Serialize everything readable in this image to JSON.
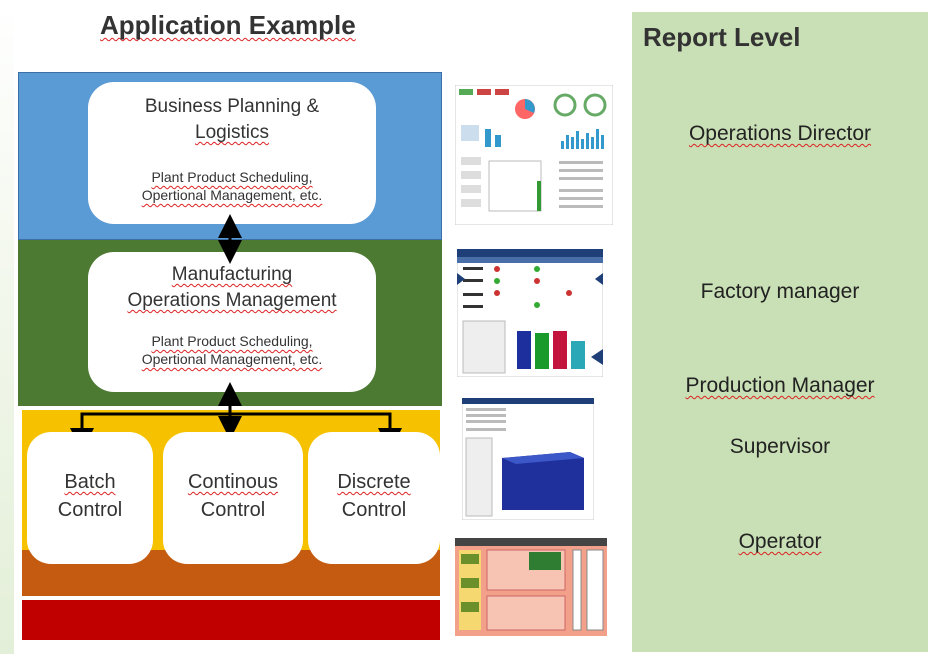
{
  "title": "Application Example",
  "levels": [
    {
      "heading_line1": "Business Planning &",
      "heading_line2": "Logistics",
      "sub_line1": "Plant Product Scheduling,",
      "sub_line2": "Opertional Management, etc."
    },
    {
      "heading_line1": "Manufacturing",
      "heading_line2": "Operations Management",
      "sub_line1": "Plant Product Scheduling,",
      "sub_line2": "Opertional Management, etc."
    }
  ],
  "controls": [
    {
      "line1": "Batch",
      "line2": "Control"
    },
    {
      "line1": "Continous",
      "line2": "Control"
    },
    {
      "line1": "Discrete",
      "line2": "Control"
    }
  ],
  "report_level": {
    "title": "Report Level",
    "roles": [
      "Operations Director",
      "Factory manager",
      "Production Manager",
      "Supervisor",
      "Operator"
    ]
  },
  "colors": {
    "planning_band": "#5b9bd5",
    "operations_band": "#4d7a33",
    "control_band": "#f6c200",
    "lower_band": "#c55a11",
    "bottom_band": "#c00000",
    "report_panel": "#c9dfb5"
  }
}
